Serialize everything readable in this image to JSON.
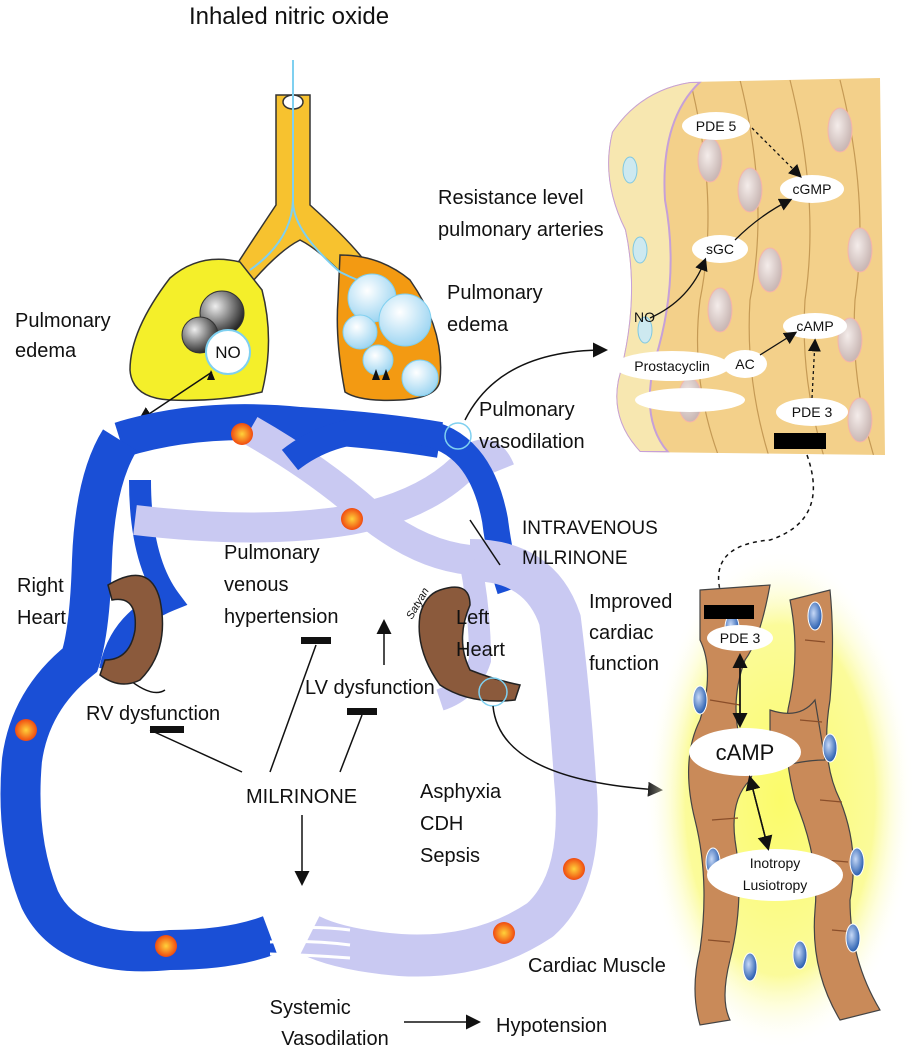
{
  "title": "Inhaled nitric oxide",
  "lungs": {
    "left_edema": [
      "Pulmonary",
      "edema"
    ],
    "right_edema": [
      "Pulmonary",
      "edema"
    ],
    "no_label": "NO"
  },
  "pulmonary_vasodilation": [
    "Pulmonary",
    "vasodilation"
  ],
  "resistance_arteries": [
    "Resistance level",
    "pulmonary arteries"
  ],
  "artery_inset": {
    "pde5": "PDE 5",
    "cgmp": "cGMP",
    "sgc": "sGC",
    "no": "NO",
    "camp": "cAMP",
    "ac": "AC",
    "prostacyclin": "Prostacyclin",
    "pde3": "PDE 3"
  },
  "intravenous": [
    "INTRAVENOUS",
    "MILRINONE"
  ],
  "right_heart": [
    "Right",
    "Heart"
  ],
  "left_heart": [
    "Left",
    "Heart"
  ],
  "pulm_venous_htn": [
    "Pulmonary",
    "venous",
    "hypertension"
  ],
  "lv_dysfunction": "LV dysfunction",
  "rv_dysfunction": "RV dysfunction",
  "milrinone": "MILRINONE",
  "causes": [
    "Asphyxia",
    "CDH",
    "Sepsis"
  ],
  "systemic_vasodilation": [
    "Systemic",
    "Vasodilation"
  ],
  "hypotension": "Hypotension",
  "improved_function": [
    "Improved",
    "cardiac",
    "function"
  ],
  "muscle_inset": {
    "pde3": "PDE 3",
    "camp": "cAMP",
    "effects": [
      "Inotropy",
      "Lusiotropy"
    ]
  },
  "cardiac_muscle": "Cardiac Muscle",
  "signature": "Satyan",
  "colors": {
    "systemic_venous": "#1a4fd6",
    "pulmonary_arterial": "#c9c9f2",
    "lung_left": "#f4ef2a",
    "lung_right": "#f39a12",
    "trachea": "#f7c22f",
    "muscle": "#c98a59",
    "tissue": "#f3d08a"
  }
}
